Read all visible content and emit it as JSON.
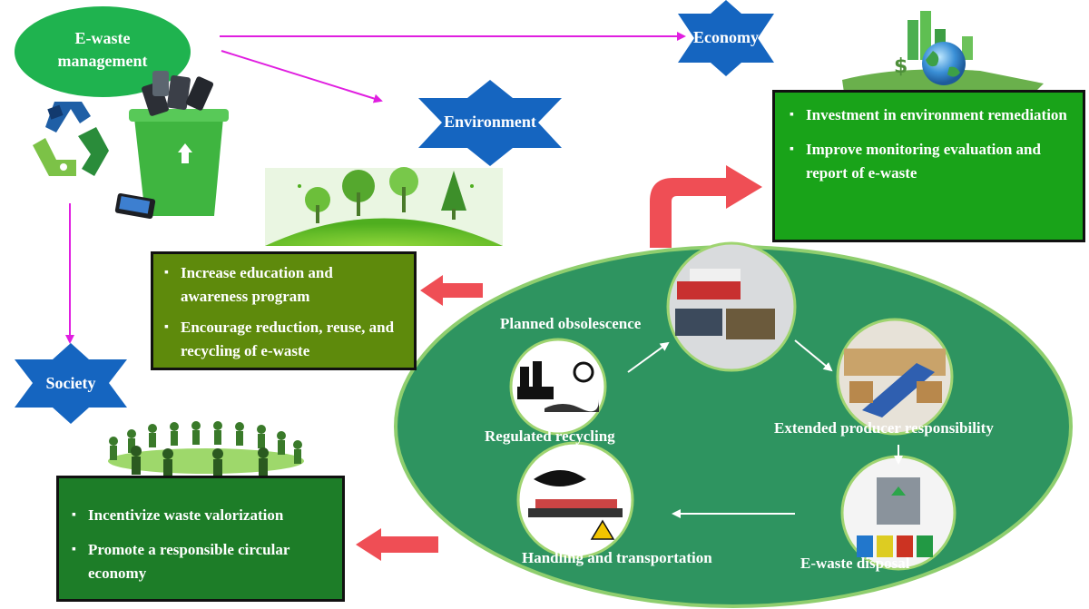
{
  "diagram": {
    "hub": {
      "title": "E-waste management"
    },
    "pillars": {
      "economy": "Economy",
      "environment": "Environment",
      "society": "Society"
    },
    "boxes": {
      "economy": [
        "Investment in environment remediation",
        "Improve monitoring evaluation and report of e-waste"
      ],
      "environment": [
        "Increase education and awareness program",
        "Encourage reduction, reuse, and recycling of e-waste"
      ],
      "society": [
        "Incentivize waste valorization",
        "Promote a responsible circular economy"
      ]
    },
    "cycle": {
      "steps": [
        "Planned obsolescence",
        "Extended producer responsibility",
        "E-waste disposal",
        "Handling and transportation",
        "Regulated recycling"
      ]
    },
    "colors": {
      "magenta_arrow": "#e01ee0",
      "blue_star": "#1565c0",
      "green_ellipse": "#1f9d57",
      "economy_box": "#19a319",
      "environment_box": "#5e8a0c",
      "society_box": "#1d7d28",
      "red_arrow": "#ef4e55",
      "cycle_oval": "#2e9460"
    },
    "icons": [
      "recycle-icon",
      "bin-of-phones-icon",
      "globe-icon",
      "trees-icon",
      "people-circle-icon",
      "factory-icon",
      "ship-icon",
      "warehouse-icon",
      "recycle-bins-icon"
    ]
  }
}
